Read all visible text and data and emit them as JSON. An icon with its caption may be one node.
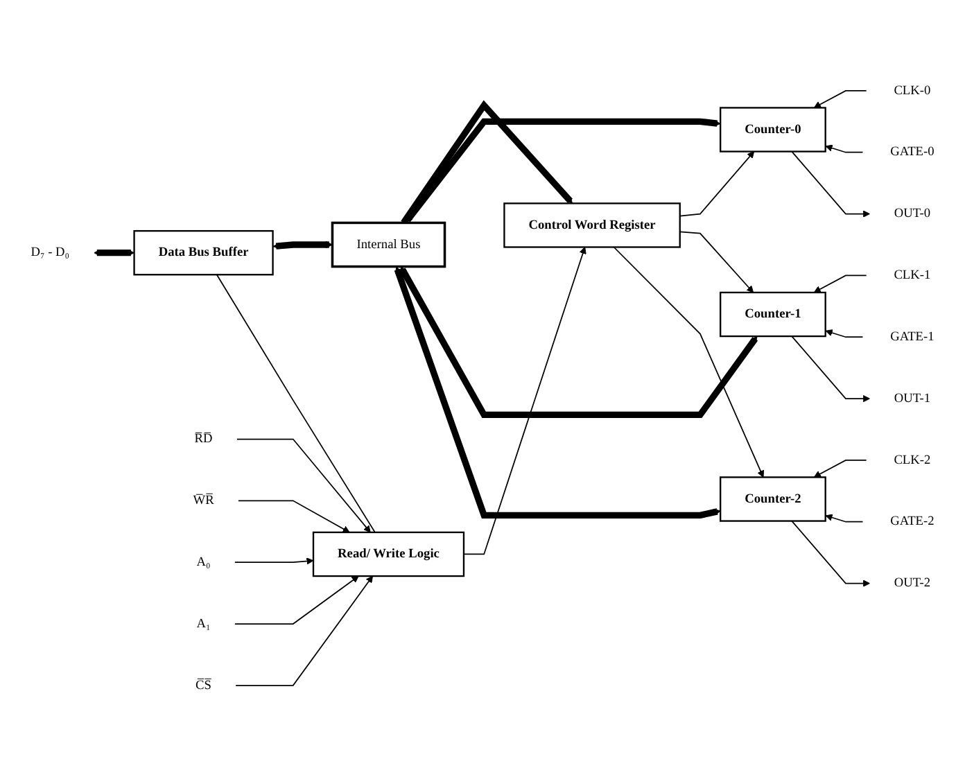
{
  "diagram": {
    "nodes": [
      {
        "text": [
          "D₇ - D₀"
        ]
      },
      {
        "text": [
          "Data Bus Buffer"
        ]
      },
      {
        "text": [
          "Read/ Write Logic"
        ]
      },
      {
        "text": [
          "Control Word Register"
        ]
      },
      {
        "text": [
          "Internal Bus"
        ]
      },
      {
        "text": [
          "Counter-0"
        ]
      },
      {
        "text": [
          "Counter-1"
        ]
      },
      {
        "text": [
          "Counter-2"
        ]
      },
      {
        "text": [
          "R̅D̅"
        ]
      },
      {
        "text": [
          "W̅R̅"
        ]
      },
      {
        "text": [
          "A₀"
        ]
      },
      {
        "text": [
          "A₁"
        ]
      },
      {
        "text": [
          "C̅S̅"
        ]
      },
      {
        "text": [
          "CLK-0"
        ]
      },
      {
        "text": [
          "GATE-0"
        ]
      },
      {
        "text": [
          "OUT-0"
        ]
      },
      {
        "text": [
          "CLK-1"
        ]
      },
      {
        "text": [
          "GATE-1"
        ]
      },
      {
        "text": [
          "OUT-1"
        ]
      },
      {
        "text": [
          "CLK-2"
        ]
      },
      {
        "text": [
          "GATE-2"
        ]
      },
      {
        "text": [
          "OUT-2"
        ]
      }
    ],
    "edges": [
      {
        "from": 0,
        "to": 1,
        "arrow": "both",
        "style": "thick"
      },
      {
        "from": 1,
        "to": 4,
        "arrow": "both",
        "style": "thick"
      },
      {
        "from": 1,
        "to": 2,
        "arrow": "none"
      },
      {
        "from": 8,
        "to": 2,
        "arrow": "to"
      },
      {
        "from": 9,
        "to": 2,
        "arrow": "to"
      },
      {
        "from": 10,
        "to": 2,
        "arrow": "to"
      },
      {
        "from": 11,
        "to": 2,
        "arrow": "to"
      },
      {
        "from": 12,
        "to": 2,
        "arrow": "to"
      },
      {
        "from": 2,
        "to": 3,
        "arrow": "to"
      },
      {
        "from": 4,
        "to": 3,
        "arrow": "to",
        "style": "thick"
      },
      {
        "from": 4,
        "to": 5,
        "arrow": "both",
        "style": "thick"
      },
      {
        "from": 4,
        "to": 6,
        "arrow": "both",
        "style": "thick"
      },
      {
        "from": 4,
        "to": 7,
        "arrow": "both",
        "style": "thick"
      },
      {
        "from": 3,
        "to": 5,
        "arrow": "to"
      },
      {
        "from": 3,
        "to": 6,
        "arrow": "to"
      },
      {
        "from": 3,
        "to": 7,
        "arrow": "to"
      },
      {
        "from": 13,
        "to": 5,
        "arrow": "to"
      },
      {
        "from": 14,
        "to": 5,
        "arrow": "to"
      },
      {
        "from": 5,
        "to": 15,
        "arrow": "to"
      },
      {
        "from": 16,
        "to": 6,
        "arrow": "to"
      },
      {
        "from": 17,
        "to": 6,
        "arrow": "to"
      },
      {
        "from": 6,
        "to": 18,
        "arrow": "to"
      },
      {
        "from": 19,
        "to": 7,
        "arrow": "to"
      },
      {
        "from": 20,
        "to": 7,
        "arrow": "to"
      },
      {
        "from": 7,
        "to": 21,
        "arrow": "to"
      }
    ]
  }
}
